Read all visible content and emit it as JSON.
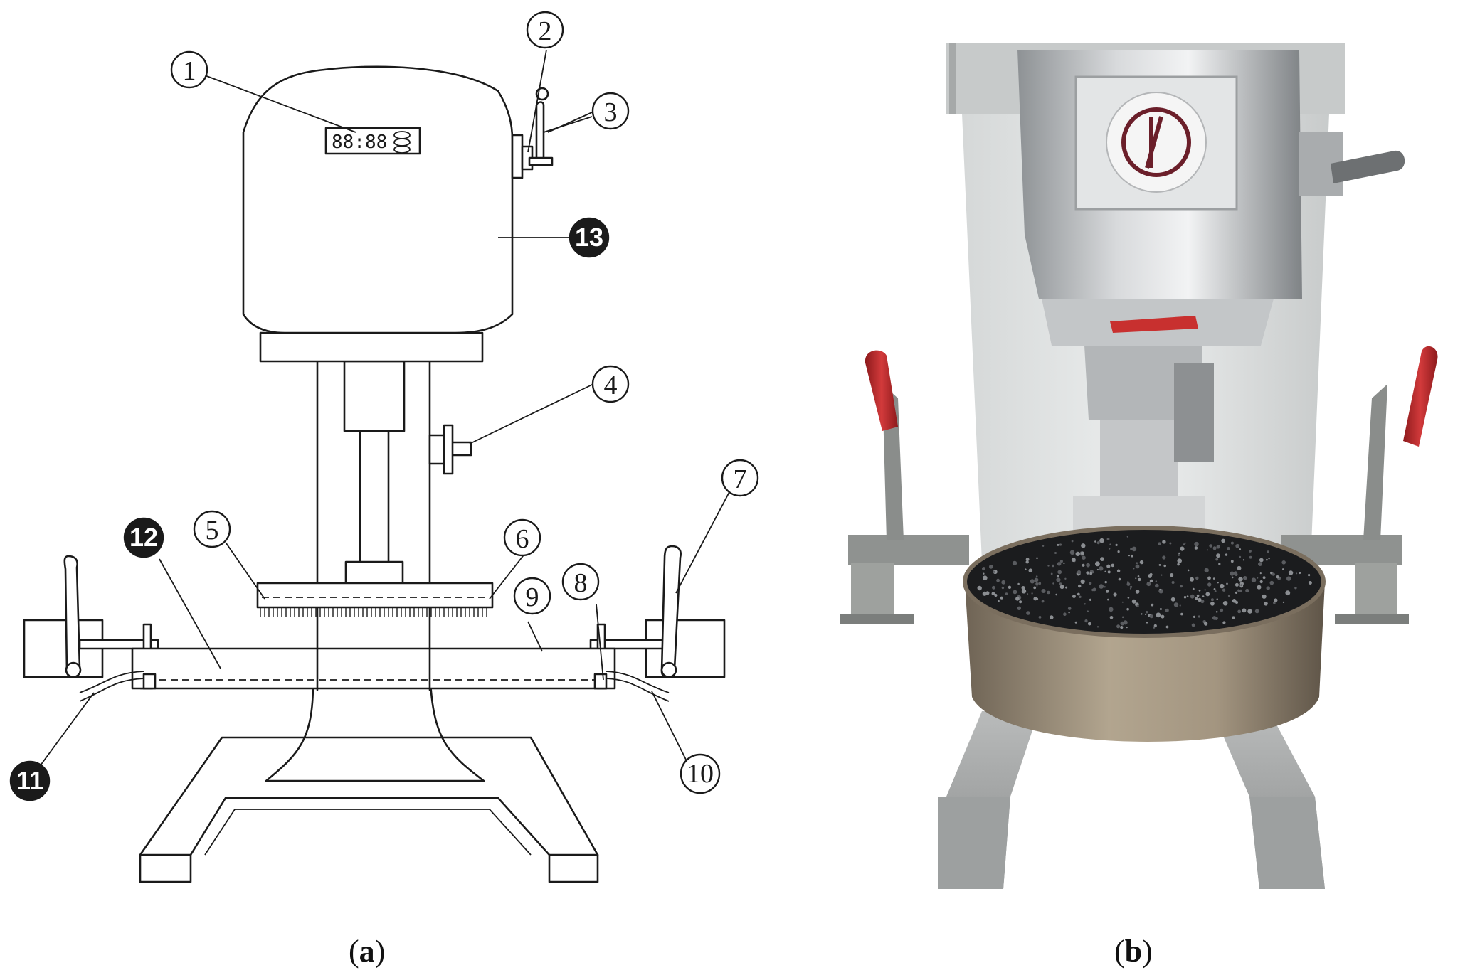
{
  "figure": {
    "panels": [
      {
        "id": "a",
        "letter": "a"
      },
      {
        "id": "b",
        "letter": "b"
      }
    ],
    "callouts": [
      {
        "n": "1",
        "text": "①"
      },
      {
        "n": "2",
        "text": "②"
      },
      {
        "n": "3",
        "text": "③"
      },
      {
        "n": "4",
        "text": "④"
      },
      {
        "n": "5",
        "text": "⑤"
      },
      {
        "n": "6",
        "text": "⑥"
      },
      {
        "n": "7",
        "text": "⑦"
      },
      {
        "n": "8",
        "text": "⑧"
      },
      {
        "n": "9",
        "text": "⑨"
      },
      {
        "n": "10",
        "text": "⑩"
      },
      {
        "n": "11",
        "text": "⑪"
      },
      {
        "n": "12",
        "text": "⑫"
      },
      {
        "n": "13",
        "text": "⑬"
      }
    ],
    "colors": {
      "line": "#1a1a1a",
      "machine_silver": "#c9ccce",
      "handle_red": "#c0282b",
      "asphalt": "#1b1c1e",
      "cabinet": "#e6e8e8",
      "ring_rust": "#a0917a"
    }
  }
}
